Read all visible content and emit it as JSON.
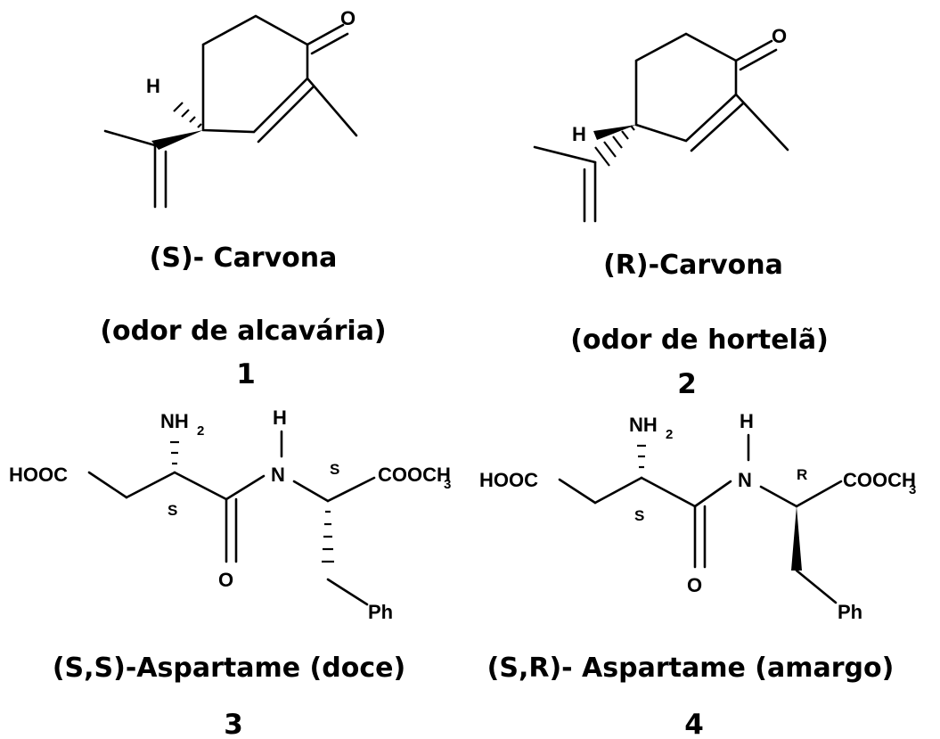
{
  "compounds": [
    {
      "number": "1",
      "name": "(S)- Carvona",
      "note": "(odor de alcavária)",
      "atoms": {
        "oxygen": "O",
        "hydrogen": "H"
      }
    },
    {
      "number": "2",
      "name": "(R)-Carvona",
      "note": "(odor de hortelã)",
      "atoms": {
        "oxygen": "O",
        "hydrogen": "H"
      }
    },
    {
      "number": "3",
      "name": "(S,S)-Aspartame (doce)",
      "atoms": {
        "acid": "HOOC",
        "amine": "NH",
        "amine_sub": "2",
        "hydrogen": "H",
        "nitrogen": "N",
        "oxygen": "O",
        "ester": "COOCH",
        "ester_sub": "3",
        "phenyl": "Ph",
        "config1": "S",
        "config2": "S"
      }
    },
    {
      "number": "4",
      "name": "(S,R)- Aspartame (amargo)",
      "atoms": {
        "acid": "HOOC",
        "amine": "NH",
        "amine_sub": "2",
        "hydrogen": "H",
        "nitrogen": "N",
        "oxygen": "O",
        "ester": "COOCH",
        "ester_sub": "3",
        "phenyl": "Ph",
        "config1": "S",
        "config2": "R"
      }
    }
  ]
}
